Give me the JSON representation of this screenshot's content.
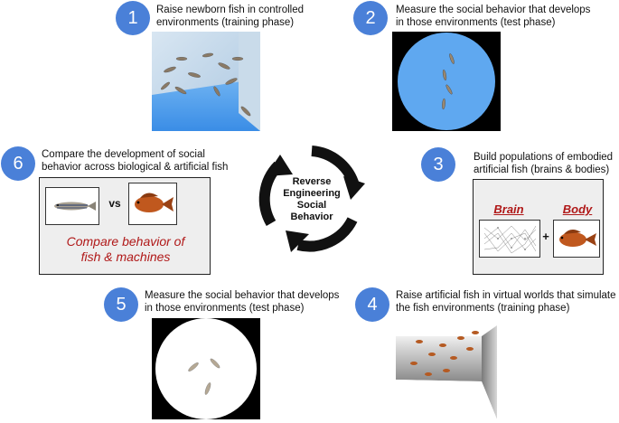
{
  "steps": [
    {
      "number": "1",
      "line1": "Raise newborn fish in controlled",
      "line2": "environments (training phase)"
    },
    {
      "number": "2",
      "line1": "Measure the social behavior that develops",
      "line2": "in those environments (test phase)"
    },
    {
      "number": "3",
      "line1": "Build populations of embodied",
      "line2": "artificial fish (brains & bodies)"
    },
    {
      "number": "4",
      "line1": "Raise artificial fish in virtual worlds that simulate",
      "line2": "the fish environments (training phase)"
    },
    {
      "number": "5",
      "line1": "Measure the social behavior that develops",
      "line2": "in those environments (test phase)"
    },
    {
      "number": "6",
      "line1": "Compare the development of social",
      "line2": "behavior across biological & artificial fish"
    }
  ],
  "cycle": {
    "line1": "Reverse",
    "line2": "Engineering",
    "line3": "Social",
    "line4": "Behavior"
  },
  "compare_box": {
    "vs": "vs",
    "caption_line1": "Compare behavior of",
    "caption_line2": "fish & machines"
  },
  "build_box": {
    "brain_label": "Brain",
    "body_label": "Body",
    "plus": "+"
  },
  "colors": {
    "badge": "#4a80d8",
    "accent_red": "#b01818",
    "tank_blue": "#5fa8f0",
    "arrow": "#111111"
  }
}
